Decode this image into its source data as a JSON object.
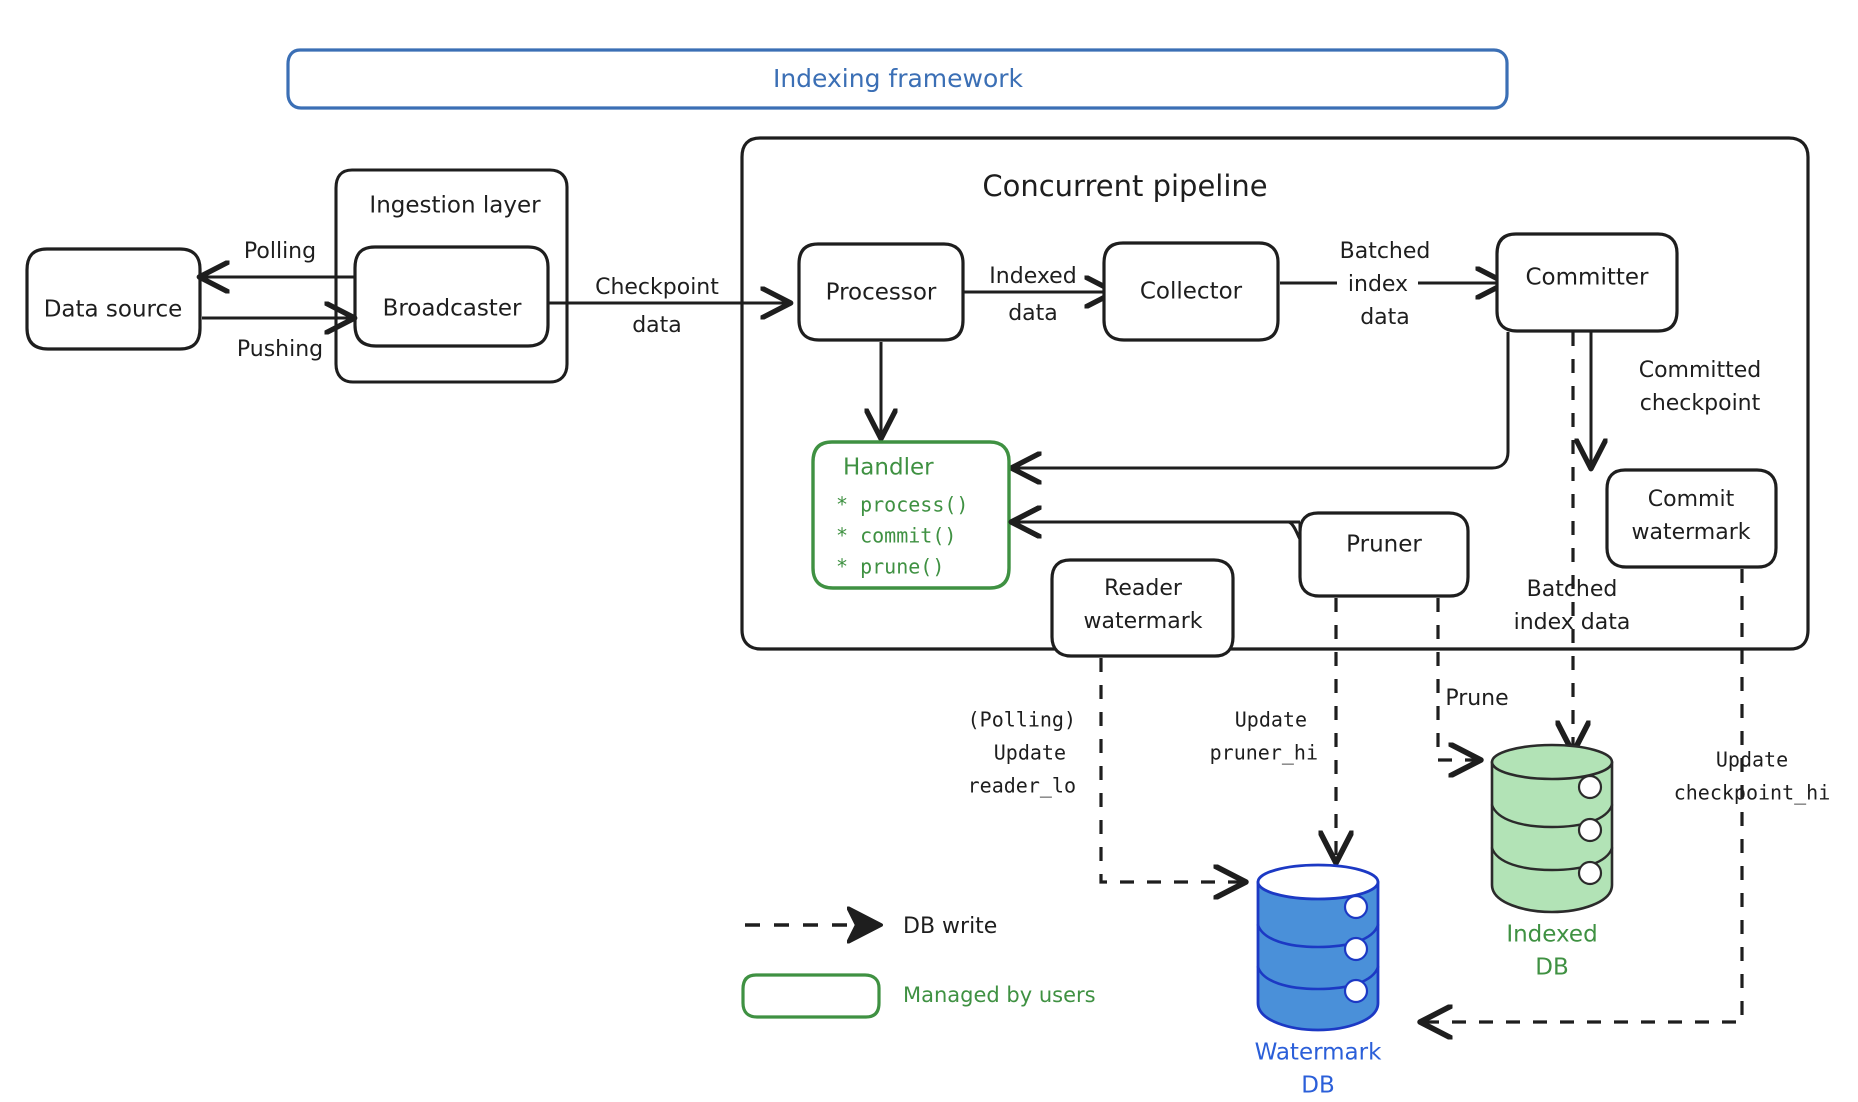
{
  "colors": {
    "framework_blue": "#3b6fb5",
    "stroke_black": "#1e1e1e",
    "handler_green": "#3f9142",
    "db_green_fill": "#b2e3b6",
    "db_green_stroke": "#2b2b2b",
    "db_green_label": "#3f9142",
    "db_blue_fill": "#4a90d9",
    "db_blue_stroke": "#1c39c4",
    "db_blue_label": "#2b5fd9",
    "background": "#ffffff"
  },
  "framework": {
    "title": "Indexing framework"
  },
  "ingestion": {
    "title": "Ingestion layer",
    "node": "Broadcaster"
  },
  "data_source": {
    "label": "Data source"
  },
  "edges": {
    "polling": "Polling",
    "pushing": "Pushing",
    "checkpoint_data_1": "Checkpoint",
    "checkpoint_data_2": "data",
    "indexed_data_1": "Indexed",
    "indexed_data_2": "data",
    "batched_index_1": "Batched",
    "batched_index_2": "index",
    "batched_index_3": "data",
    "committed_cp_1": "Committed",
    "committed_cp_2": "checkpoint",
    "batched_index_db_1": "Batched",
    "batched_index_db_2": "index data",
    "prune": "Prune",
    "polling_paren": "(Polling)",
    "update_reader_1": "Update",
    "update_reader_2": "reader_lo",
    "update_pruner_1": "Update",
    "update_pruner_2": "pruner_hi",
    "update_checkpoint_1": "Update",
    "update_checkpoint_2": "checkpoint_hi"
  },
  "pipeline": {
    "title": "Concurrent pipeline",
    "processor": "Processor",
    "collector": "Collector",
    "committer": "Committer",
    "commit_watermark_1": "Commit",
    "commit_watermark_2": "watermark",
    "reader_watermark_1": "Reader",
    "reader_watermark_2": "watermark",
    "pruner": "Pruner"
  },
  "handler": {
    "title": "Handler",
    "methods": [
      "* process()",
      "* commit()",
      "* prune()"
    ]
  },
  "databases": [
    {
      "name": "indexed-db",
      "label_1": "Indexed",
      "label_2": "DB"
    },
    {
      "name": "watermark-db",
      "label_1": "Watermark",
      "label_2": "DB"
    }
  ],
  "legend": {
    "db_write": "DB write",
    "managed_by_users": "Managed by users"
  }
}
